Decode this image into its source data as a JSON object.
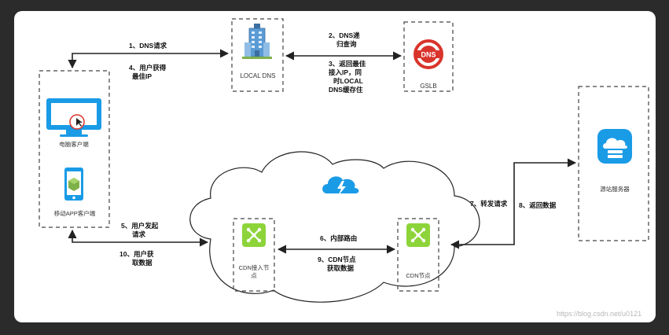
{
  "nodes": {
    "local_dns": "LOCAL DNS",
    "gslb": "GSLB",
    "gslb_logo": "DNS",
    "pc_client": "电脑客户端",
    "mobile_client": "移动APP客户端",
    "origin_server": "源站服务器",
    "cdn_access_line1": "CDN接入节",
    "cdn_access_line2": "点",
    "cdn_node": "CDN节点"
  },
  "steps": {
    "s1": "1、DNS请求",
    "s2_line1": "2、DNS递",
    "s2_line2": "归查询",
    "s3_line1": "3、返回最佳",
    "s3_line2": "接入IP，同",
    "s3_line3": "时LOCAL",
    "s3_line4": "DNS缓存住",
    "s4_line1": "4、用户获得",
    "s4_line2": "最佳IP",
    "s5_line1": "5、用户发起",
    "s5_line2": "请求",
    "s6": "6、内部路由",
    "s7": "7、转发请求",
    "s8": "8、返回数据",
    "s9_line1": "9、CDN节点",
    "s9_line2": "获取数据",
    "s10_line1": "10、用户获",
    "s10_line2": "取数据"
  },
  "watermark": "https://blog.csdn.net/u0121",
  "colors": {
    "accent_blue": "#1a9be6",
    "cdn_green": "#8dd43a",
    "gslb_red": "#d9342b",
    "line": "#222222",
    "dash": "#444444"
  },
  "icons": [
    "building-icon",
    "dns-logo-icon",
    "monitor-icon",
    "phone-icon",
    "cloud-server-icon",
    "lightning-cloud-icon",
    "network-node-icon"
  ]
}
